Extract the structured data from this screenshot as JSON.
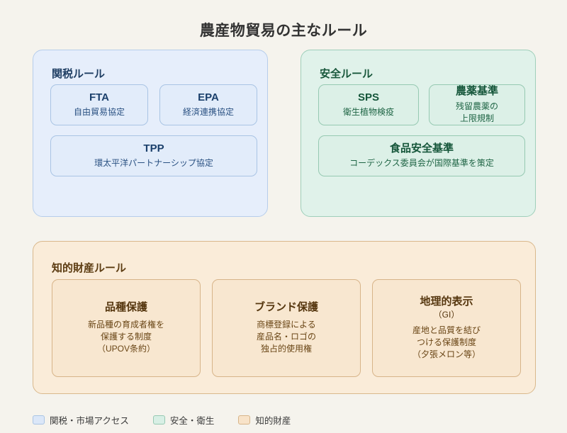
{
  "page": {
    "title": "農産物貿易の主なルール",
    "background_color": "#f5f3ed"
  },
  "panels": [
    {
      "id": "tariff",
      "header": "関税ルール",
      "accent_color": "#b6cdeb",
      "fill_color": "#e6eefb",
      "cards": [
        {
          "title": "FTA",
          "subtitle": "自由貿易協定"
        },
        {
          "title": "EPA",
          "subtitle": "経済連携協定"
        },
        {
          "title": "TPP",
          "subtitle": "環太平洋パートナーシップ協定"
        }
      ]
    },
    {
      "id": "safety",
      "header": "安全ルール",
      "accent_color": "#9fcfba",
      "fill_color": "#e0f2ea",
      "cards": [
        {
          "title": "SPS",
          "subtitle": "衛生植物検疫"
        },
        {
          "title": "農薬基準",
          "subtitle": "残留農薬の\n上限規制"
        },
        {
          "title": "食品安全基準",
          "subtitle": "コーデックス委員会が国際基準を策定"
        }
      ]
    },
    {
      "id": "intellectual-property",
      "header": "知的財産ルール",
      "accent_color": "#d9b88c",
      "fill_color": "#faecd9",
      "cards": [
        {
          "title": "品種保護",
          "note": "",
          "subtitle": "新品種の育成者権を\n保護する制度\n（UPOV条約）"
        },
        {
          "title": "ブランド保護",
          "note": "",
          "subtitle": "商標登録による\n産品名・ロゴの\n独占的使用権"
        },
        {
          "title": "地理的表示",
          "note": "（GI）",
          "subtitle": "産地と品質を結び\nつける保護制度\n（夕張メロン等）"
        }
      ]
    }
  ],
  "legend": {
    "items": [
      {
        "label": "関税・市場アクセス",
        "swatch_fill": "#dbe7f8",
        "swatch_border": "#a9c4e4"
      },
      {
        "label": "安全・衛生",
        "swatch_fill": "#d8efe5",
        "swatch_border": "#96c9b2"
      },
      {
        "label": "知的財産",
        "swatch_fill": "#f8e3c9",
        "swatch_border": "#d7b489"
      }
    ]
  }
}
